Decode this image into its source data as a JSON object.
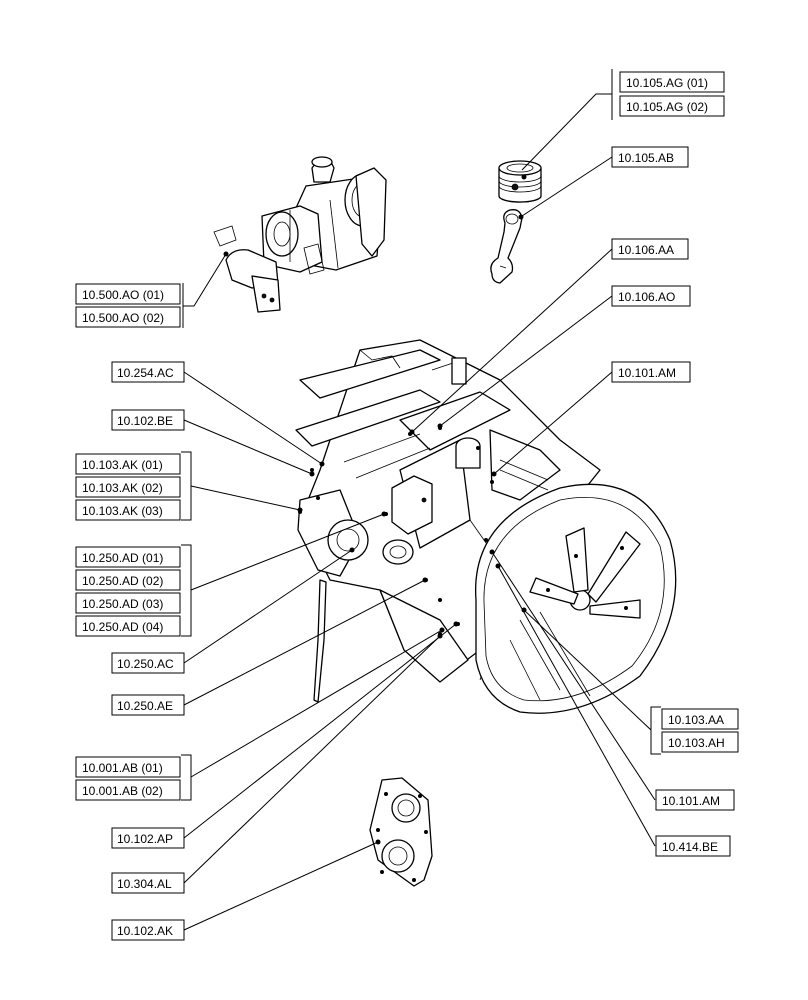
{
  "diagram": {
    "callouts": [
      {
        "id": "c1",
        "label": "10.105.AG (01)"
      },
      {
        "id": "c2",
        "label": "10.105.AG (02)"
      },
      {
        "id": "c3",
        "label": "10.105.AB"
      },
      {
        "id": "c4",
        "label": "10.106.AA"
      },
      {
        "id": "c5",
        "label": "10.106.AO"
      },
      {
        "id": "c6",
        "label": "10.101.AM"
      },
      {
        "id": "c7",
        "label": "10.500.AO (01)"
      },
      {
        "id": "c8",
        "label": "10.500.AO (02)"
      },
      {
        "id": "c9",
        "label": "10.254.AC"
      },
      {
        "id": "c10",
        "label": "10.102.BE"
      },
      {
        "id": "c11",
        "label": "10.103.AK (01)"
      },
      {
        "id": "c12",
        "label": "10.103.AK (02)"
      },
      {
        "id": "c13",
        "label": "10.103.AK (03)"
      },
      {
        "id": "c14",
        "label": "10.250.AD (01)"
      },
      {
        "id": "c15",
        "label": "10.250.AD (02)"
      },
      {
        "id": "c16",
        "label": "10.250.AD (03)"
      },
      {
        "id": "c17",
        "label": "10.250.AD (04)"
      },
      {
        "id": "c18",
        "label": "10.250.AC"
      },
      {
        "id": "c19",
        "label": "10.250.AE"
      },
      {
        "id": "c20",
        "label": "10.001.AB (01)"
      },
      {
        "id": "c21",
        "label": "10.001.AB (02)"
      },
      {
        "id": "c22",
        "label": "10.102.AP"
      },
      {
        "id": "c23",
        "label": "10.304.AL"
      },
      {
        "id": "c24",
        "label": "10.102.AK"
      },
      {
        "id": "c25",
        "label": "10.103.AA"
      },
      {
        "id": "c26",
        "label": "10.103.AH"
      },
      {
        "id": "c27",
        "label": "10.101.AM"
      },
      {
        "id": "c28",
        "label": "10.414.BE"
      }
    ]
  }
}
